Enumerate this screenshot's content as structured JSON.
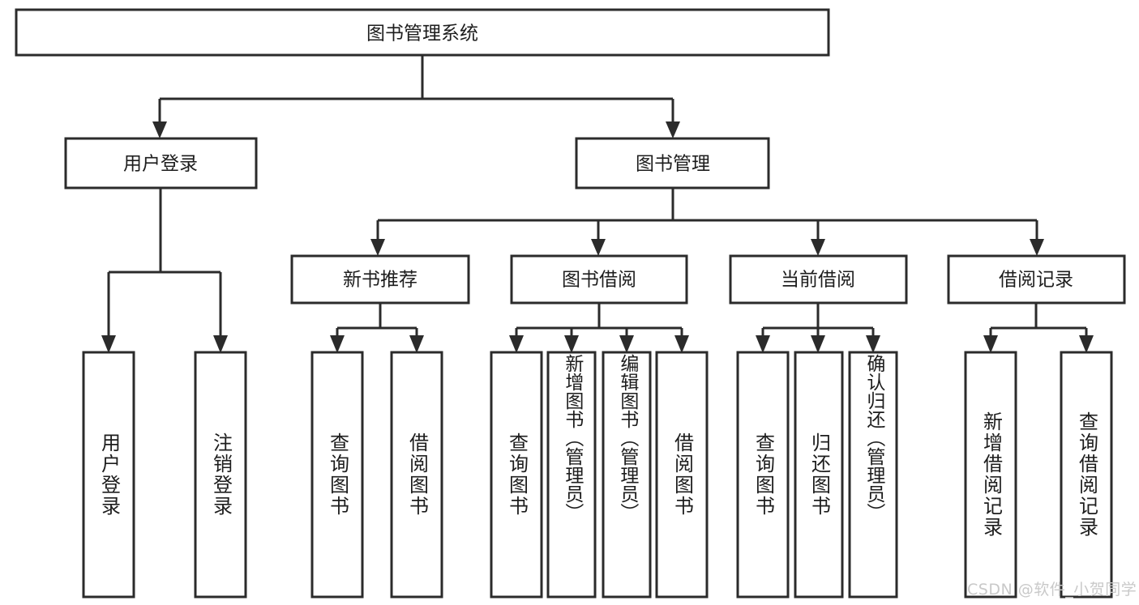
{
  "diagram": {
    "title": "图书管理系统",
    "type": "tree-hierarchy-chart",
    "background_color": "#ffffff",
    "line_color": "#2b2b2b",
    "text_color": "#1d1d1d"
  },
  "root": {
    "label": "图书管理系统"
  },
  "level2": [
    {
      "label": "用户登录"
    },
    {
      "label": "图书管理"
    }
  ],
  "level3": [
    {
      "label": "新书推荐"
    },
    {
      "label": "图书借阅"
    },
    {
      "label": "当前借阅"
    },
    {
      "label": "借阅记录"
    }
  ],
  "leaves": {
    "user_login": [
      {
        "label": "用户登录"
      },
      {
        "label": "注销登录"
      }
    ],
    "new_book": [
      {
        "label": "查询图书"
      },
      {
        "label": "借阅图书"
      }
    ],
    "book_borrow": [
      {
        "label": "查询图书"
      },
      {
        "label": "新增图书（管理员）"
      },
      {
        "label": "编辑图书（管理员）"
      },
      {
        "label": "借阅图书"
      }
    ],
    "current_borrow": [
      {
        "label": "查询图书"
      },
      {
        "label": "归还图书"
      },
      {
        "label": "确认归还（管理员）"
      }
    ],
    "borrow_record": [
      {
        "label": "新增借阅记录"
      },
      {
        "label": "查询借阅记录"
      }
    ]
  },
  "watermark": {
    "text": "CSDN @软件_小贺同学",
    "color": "#c9c9c9"
  }
}
